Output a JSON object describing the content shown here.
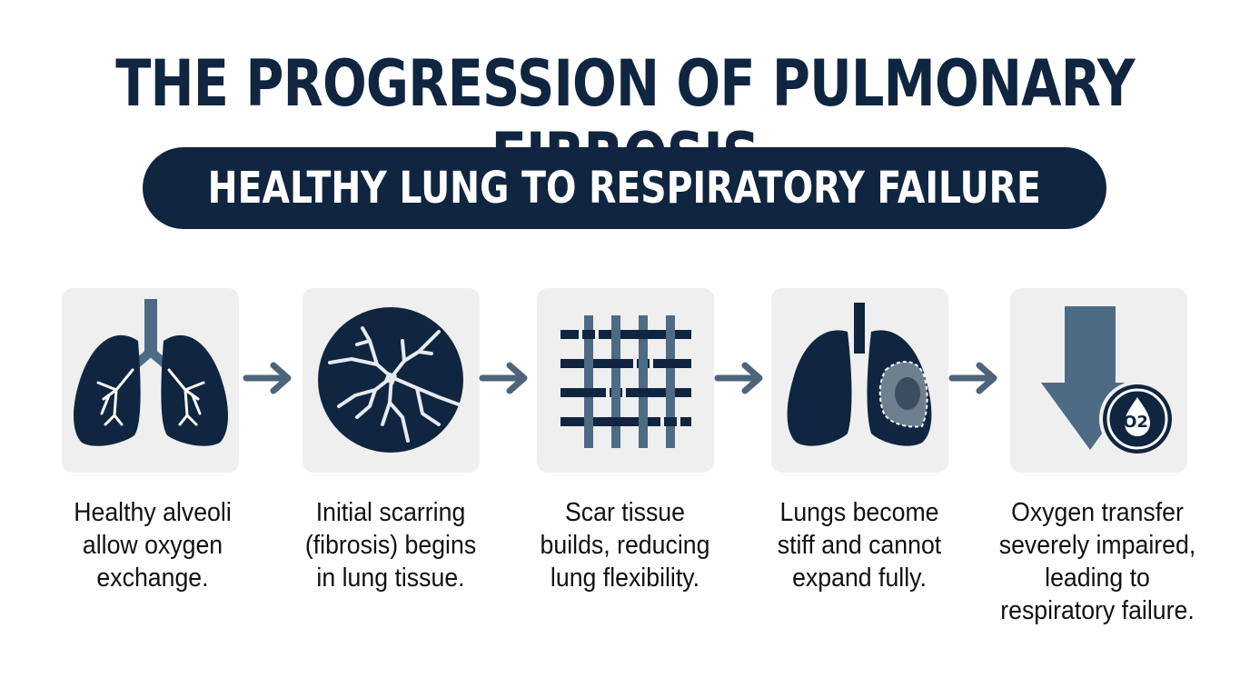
{
  "header": {
    "title": "THE PROGRESSION OF PULMONARY FIBROSIS",
    "subtitle": "HEALTHY LUNG TO RESPIRATORY FAILURE"
  },
  "steps": [
    {
      "icon": "healthy-lungs-icon",
      "caption": [
        "Healthy alveoli",
        "allow oxygen",
        "exchange."
      ]
    },
    {
      "icon": "cracked-circle-icon",
      "caption": [
        "Initial scarring",
        "(fibrosis) begins",
        "in lung tissue."
      ]
    },
    {
      "icon": "woven-scar-tissue-icon",
      "caption": [
        "Scar tissue",
        "builds, reducing",
        "lung flexibility."
      ]
    },
    {
      "icon": "stiff-lungs-icon",
      "caption": [
        "Lungs become",
        "stiff and cannot",
        "expand fully."
      ]
    },
    {
      "icon": "oxygen-down-arrow-icon",
      "caption": [
        "Oxygen transfer",
        "severely impaired,",
        "leading to",
        "respiratory failure."
      ],
      "badge": "O2"
    }
  ],
  "colors": {
    "navy": "#10253f",
    "slate": "#4d6b85",
    "card_bg": "#efefef",
    "arrow": "#4d6479"
  }
}
